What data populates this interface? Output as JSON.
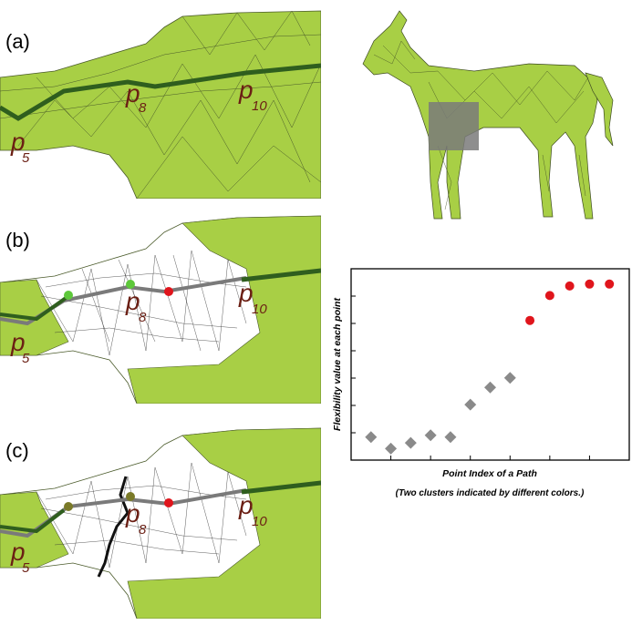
{
  "panels": [
    {
      "label": "(a)",
      "points": [
        "p",
        "8",
        "p",
        "10",
        "p",
        "5"
      ]
    },
    {
      "label": "(b)",
      "points": [
        "p",
        "8",
        "p",
        "10",
        "p",
        "5"
      ]
    },
    {
      "label": "(c)",
      "points": [
        "p",
        "8",
        "p",
        "10",
        "p",
        "5"
      ]
    }
  ],
  "colors": {
    "mesh_fill": "#a8cf45",
    "mesh_line": "#4a5a2a",
    "path_dark": "#2f5e1e",
    "path_gray": "#7a7a7a",
    "cluster_gray": "#8a8a8a",
    "cluster_red": "#e0151c",
    "green_dot": "#5dc83a",
    "olive_dot": "#7a7a28",
    "label_brown": "#6b1f14"
  },
  "chart_data": {
    "type": "scatter",
    "xlabel": "Point Index of a Path",
    "ylabel": "Flexibility value at each point",
    "caption": "(Two clusters indicated by different colors.)",
    "x": [
      1,
      2,
      3,
      4,
      5,
      6,
      7,
      8,
      9,
      10,
      11,
      12,
      13
    ],
    "y": [
      0.12,
      0.06,
      0.09,
      0.13,
      0.12,
      0.29,
      0.38,
      0.43,
      0.73,
      0.86,
      0.91,
      0.92,
      0.92
    ],
    "clusters": [
      "gray",
      "gray",
      "gray",
      "gray",
      "gray",
      "gray",
      "gray",
      "gray",
      "red",
      "red",
      "red",
      "red",
      "red"
    ],
    "xlim": [
      0,
      14
    ],
    "ylim": [
      0,
      1
    ]
  }
}
